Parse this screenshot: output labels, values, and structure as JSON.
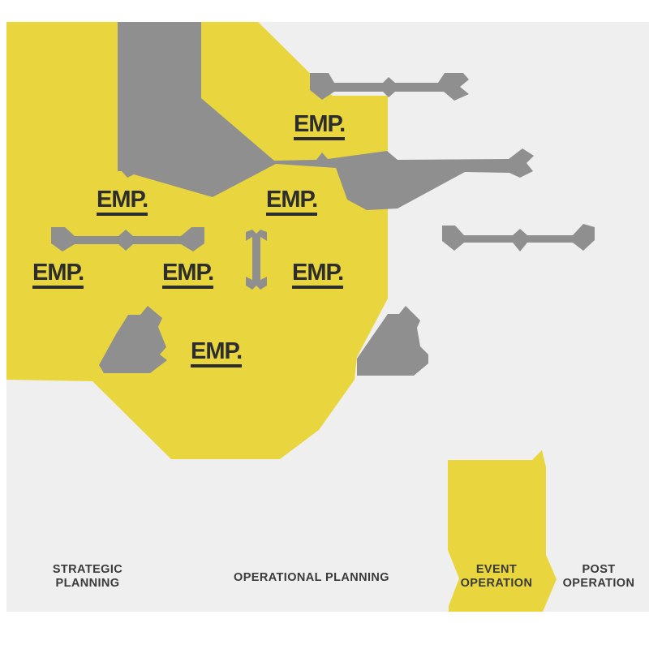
{
  "diagram_title": "Event planning phases flow diagram",
  "colors": {
    "yellow": "#e9d63e",
    "gray": "#8f8f8f",
    "canvas": "#efefef",
    "emp_text": "#2d2d2d",
    "label_text": "#3a3a3a"
  },
  "emp_logo": {
    "text": "EMP."
  },
  "phases": [
    {
      "id": "strategic-planning",
      "line1": "STRATEGIC",
      "line2": "PLANNING"
    },
    {
      "id": "operational-planning",
      "line1": "OPERATIONAL PLANNING",
      "line2": ""
    },
    {
      "id": "event-operation",
      "line1": "EVENT",
      "line2": "OPERATION"
    },
    {
      "id": "post-operation",
      "line1": "POST",
      "line2": "OPERATION"
    }
  ]
}
